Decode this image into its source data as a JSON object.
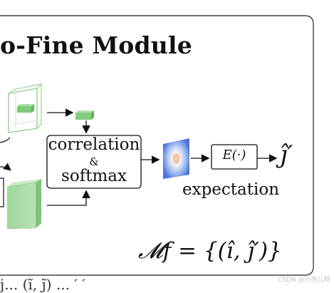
{
  "module": {
    "title": "o-Fine Module",
    "correlation_label": "correlation",
    "amp_label": "&",
    "softmax_label": "softmax",
    "expectation_box_label": "E(·)",
    "output_symbol": "ĵ′",
    "expectation_label": "expectation",
    "match_formula": "𝓜f = {(î, ĵ′)}"
  },
  "footer_fragment": "j... (ĩ, j̃) ... ′ ′",
  "watermark": "CSDN @小西儿啊",
  "colors": {
    "frame": "#555555",
    "feature_green": "#8fd48a",
    "feature_green_dark": "#5db65a",
    "heatmap_outer": "#3a5fd0",
    "heatmap_center": "#f6c48a"
  }
}
